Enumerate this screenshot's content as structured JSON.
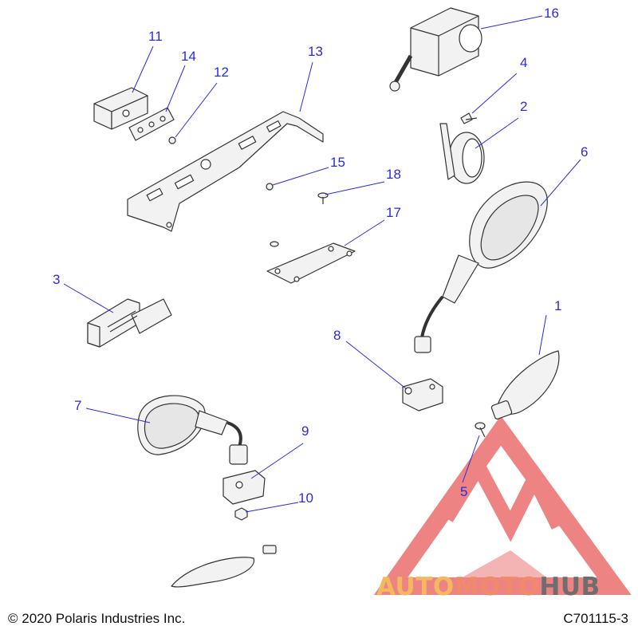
{
  "callouts": [
    {
      "label": "1"
    },
    {
      "label": "2"
    },
    {
      "label": "3"
    },
    {
      "label": "4"
    },
    {
      "label": "5"
    },
    {
      "label": "6"
    },
    {
      "label": "7"
    },
    {
      "label": "8"
    },
    {
      "label": "9"
    },
    {
      "label": "10"
    },
    {
      "label": "11"
    },
    {
      "label": "12"
    },
    {
      "label": "13"
    },
    {
      "label": "14"
    },
    {
      "label": "15"
    },
    {
      "label": "16"
    },
    {
      "label": "17"
    },
    {
      "label": "18"
    }
  ],
  "footer": {
    "copyright": "© 2020 Polaris Industries Inc.",
    "diagram_code": "C701115-3"
  },
  "watermark": {
    "part1": "AUTO",
    "part2": "MOTO",
    "part3": "HUB"
  },
  "colors": {
    "callout": "#2a2adf",
    "part_stroke": "#333333",
    "part_fill": "#f2f2f2",
    "watermark_red": "#e85a5a",
    "watermark_orange": "#f4b860",
    "watermark_gray": "#6e6e6e"
  }
}
